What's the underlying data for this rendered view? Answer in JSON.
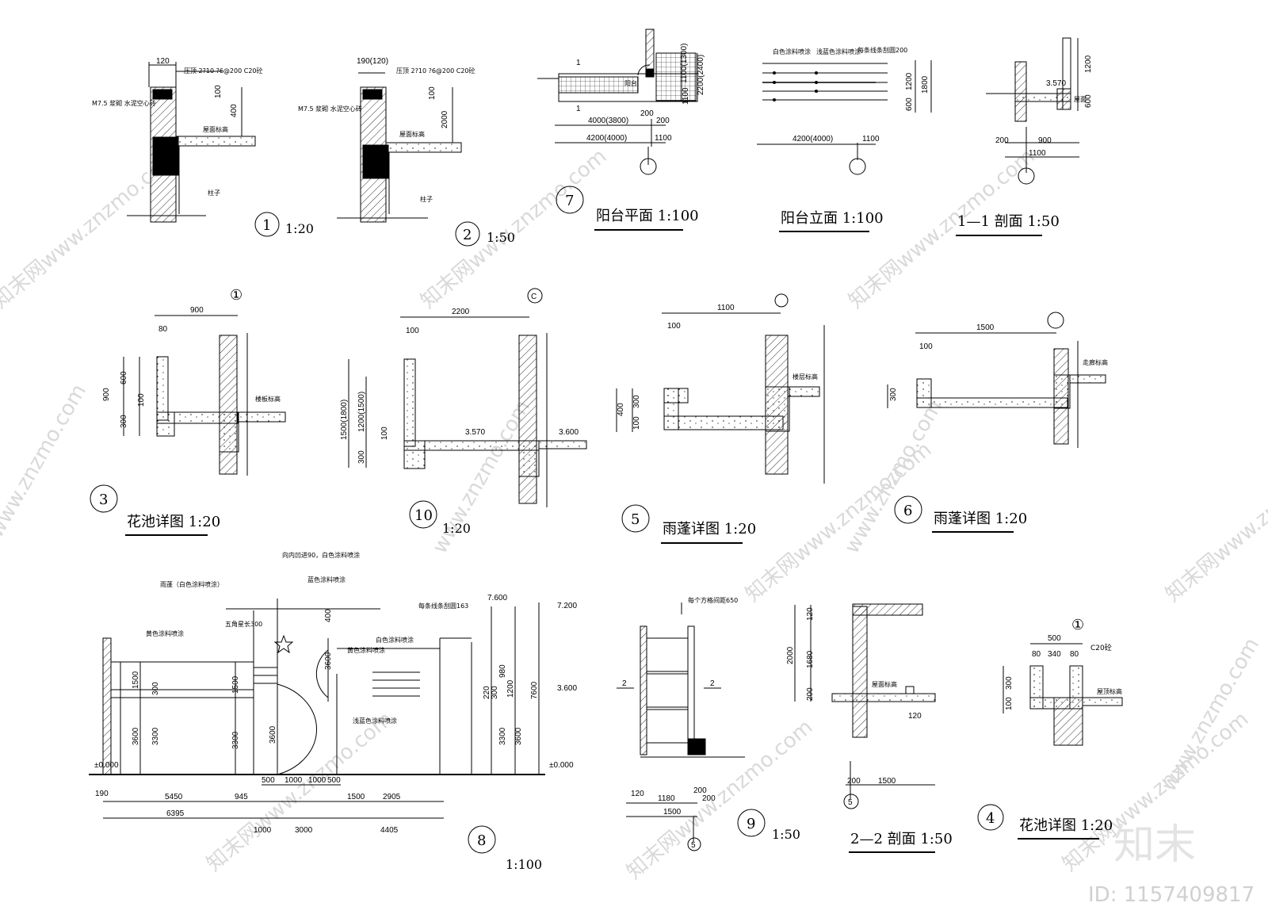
{
  "details": {
    "d1": {
      "num": "1",
      "scale": "1:20",
      "note_top": "压顶 2?10 ?6@200 C20砼",
      "note_wall": "M7.5 浆砌 水泥空心砖",
      "label_roof": "屋面标高",
      "label_col": "柱子",
      "dims": {
        "w": "120",
        "h1": "100",
        "h2": "400"
      }
    },
    "d2": {
      "num": "2",
      "scale": "1:50",
      "note_top": "压顶 2?10 ?6@200 C20砼",
      "note_wall": "M7.5 浆砌 水泥空心砖",
      "label_roof": "屋面标高",
      "label_col": "柱子",
      "dims": {
        "w": "190(120)",
        "h1": "100",
        "h2": "2000"
      }
    },
    "d7": {
      "num": "7",
      "title": "阳台平面 1:100",
      "section_mark": "1",
      "label_balcony": "阳台",
      "dims": {
        "a": "4000(3800)",
        "b": "200",
        "c": "200",
        "d": "4200(4000)",
        "e": "1100",
        "v1": "1100(1300)",
        "v2": "2200(2400)",
        "v3": "1100"
      }
    },
    "elev": {
      "title": "阳台立面 1:100",
      "note1": "白色涂料喷涂",
      "note2": "浅蓝色涂料喷涂",
      "note3": "每条线条刮圆200",
      "dims": {
        "a": "4200(4000)",
        "b": "1100",
        "v1": "1200",
        "v2": "600",
        "v3": "1800"
      }
    },
    "s11": {
      "title": "1—1 剖面 1:50",
      "elev": "3.570",
      "label": "屋面",
      "dims": {
        "a": "200",
        "b": "900",
        "c": "1100",
        "v1": "1200",
        "v2": "600"
      }
    },
    "d3": {
      "num": "3",
      "title": "花池详图 1:20",
      "axis": "①",
      "label": "楼板标高",
      "dims": {
        "w": "900",
        "t": "80",
        "v1": "900",
        "v2": "600",
        "v3": "300",
        "v4": "100"
      }
    },
    "d10": {
      "num": "10",
      "scale": "1:20",
      "axis": "C",
      "elev1": "3.570",
      "elev2": "3.600",
      "dims": {
        "w": "2200",
        "t": "100",
        "v1": "1500(1800)",
        "v2": "1200(1500)",
        "v3": "300",
        "v4": "100"
      }
    },
    "d5": {
      "num": "5",
      "title": "雨蓬详图 1:20",
      "label": "楼层标高",
      "dims": {
        "w": "1100",
        "t": "100",
        "v1": "400",
        "v2": "300",
        "v3": "100"
      }
    },
    "d6": {
      "num": "6",
      "title": "雨蓬详图 1:20",
      "label": "走廊标高",
      "dims": {
        "w": "1500",
        "t": "100",
        "v1": "300"
      }
    },
    "d8": {
      "num": "8",
      "scale": "1:100",
      "notes": [
        "雨蓬（白色涂料喷涂）",
        "黄色涂料喷涂",
        "向内凹进90，白色涂料喷涂",
        "蓝色涂料喷涂",
        "五角星长300",
        "黄色涂料喷涂",
        "白色涂料喷涂",
        "每条线条刮圆163",
        "浅蓝色涂料喷涂"
      ],
      "elevs": [
        "7.600",
        "7.200",
        "3.600",
        "±0.000",
        "±0.000"
      ],
      "vdims": [
        "1500",
        "300",
        "3600",
        "3300",
        "1500",
        "3300",
        "3600",
        "400",
        "3600",
        "220",
        "980",
        "1200",
        "300",
        "3300",
        "3600",
        "7600"
      ],
      "hdims_row1": [
        "500",
        "1000",
        "1000",
        "500"
      ],
      "hdims_row2": [
        "5450",
        "945",
        "1500",
        "2905"
      ],
      "hdims_row3": [
        "6395",
        "1000",
        "3000",
        "4405"
      ],
      "dim_190": "190"
    },
    "d9": {
      "num": "9",
      "scale": "1:50",
      "note": "每个方格间距650",
      "section": "2",
      "dims": {
        "a": "120",
        "b": "1180",
        "c": "200",
        "d": "1500",
        "e": "200"
      }
    },
    "s22": {
      "title": "2—2 剖面 1:50",
      "label": "屋面标高",
      "dims": {
        "v1": "120",
        "v2": "1680",
        "v3": "2000",
        "v4": "200",
        "h1": "120",
        "h2": "200",
        "h3": "1500"
      }
    },
    "d4": {
      "num": "4",
      "title": "花池详图 1:20",
      "axis": "①",
      "note": "C20砼",
      "label": "屋顶标高",
      "dims": {
        "w": "500",
        "a": "80",
        "b": "340",
        "c": "80",
        "v1": "300",
        "v2": "100"
      }
    },
    "ref5": "5"
  },
  "watermarks": [
    "知末网www.znzmo.com",
    "www.znzmo.com"
  ],
  "brand": {
    "logo": "知末",
    "id": "ID: 1157409817"
  }
}
